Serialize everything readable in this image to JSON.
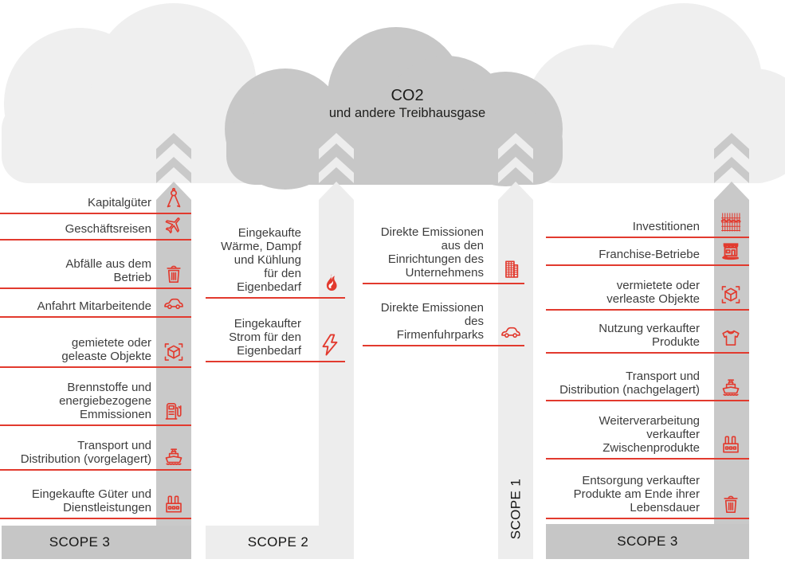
{
  "cloud": {
    "title": "CO2",
    "subtitle": "und andere Treibhausgase"
  },
  "colors": {
    "accent_red": "#e23a2e",
    "cloud_light": "#efefef",
    "cloud_dark": "#c7c7c7",
    "pillar_dark": "#c9c9c9",
    "pillar_light": "#ededed",
    "text": "#3d3d3d"
  },
  "columns": {
    "left": {
      "scope": "SCOPE 3",
      "items": [
        {
          "label": "Kapitalgüter",
          "icon": "compass-icon"
        },
        {
          "label": "Geschäftsreisen",
          "icon": "airplane-icon"
        },
        {
          "label": "Abfälle aus dem\nBetrieb",
          "icon": "trash-icon"
        },
        {
          "label": "Anfahrt Mitarbeitende",
          "icon": "car-icon"
        },
        {
          "label": "gemietete oder\ngeleaste Objekte",
          "icon": "cube-icon"
        },
        {
          "label": "Brennstoffe und\nenergiebezogene\nEmmissionen",
          "icon": "fuel-pump-icon"
        },
        {
          "label": "Transport und\nDistribution (vorgelagert)",
          "icon": "ship-icon"
        },
        {
          "label": "Eingekaufte Güter und\nDienstleistungen",
          "icon": "factory-icon"
        }
      ]
    },
    "scope2": {
      "scope": "SCOPE 2",
      "items": [
        {
          "label": "Eingekaufte\nWärme, Dampf\nund Kühlung\nfür den\nEigenbedarf",
          "icon": "flame-icon"
        },
        {
          "label": "Eingekaufter\nStrom für den\nEigenbedarf",
          "icon": "lightning-icon"
        }
      ]
    },
    "scope1": {
      "scope": "SCOPE 1",
      "items": [
        {
          "label": "Direkte Emissionen\naus den\nEinrichtungen des\nUnternehmens",
          "icon": "building-icon"
        },
        {
          "label": "Direkte Emissionen\ndes\nFirmenfuhrparks",
          "icon": "car-icon"
        }
      ]
    },
    "right": {
      "scope": "SCOPE 3",
      "items": [
        {
          "label": "Investitionen",
          "icon": "chart-icon"
        },
        {
          "label": "Franchise-Betriebe",
          "icon": "store-icon"
        },
        {
          "label": "vermietete oder\nverleaste Objekte",
          "icon": "cube-icon"
        },
        {
          "label": "Nutzung verkaufter\nProdukte",
          "icon": "tshirt-icon"
        },
        {
          "label": "Transport und\nDistribution (nachgelagert)",
          "icon": "ship-icon"
        },
        {
          "label": "Weiterverarbeitung\nverkaufter\nZwischenprodukte",
          "icon": "factory-icon"
        },
        {
          "label": "Entsorgung verkaufter\nProdukte am Ende ihrer\nLebensdauer",
          "icon": "trash-icon"
        }
      ]
    }
  }
}
